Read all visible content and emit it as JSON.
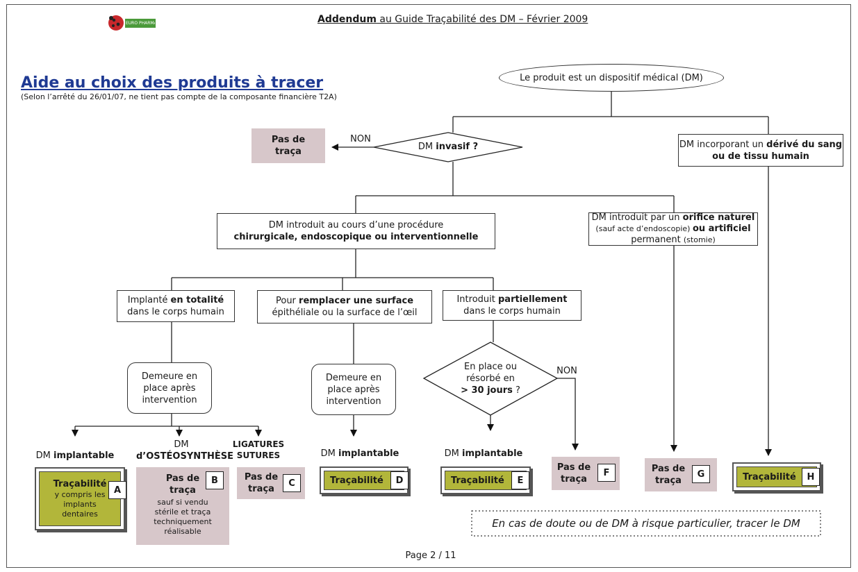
{
  "header": {
    "logo_text": "EURO PHARMAT",
    "title_bold": "Addendum",
    "title_rest": " au Guide Traçabilité des DM – Février 2009"
  },
  "title": {
    "main": "Aide au choix des produits à tracer",
    "subtitle": "(Selon l’arrêté du 26/01/07, ne tient pas compte de la composante financière T2A)"
  },
  "nodes": {
    "start": "Le produit est un dispositif médical (DM)",
    "invasif": {
      "pre": "DM ",
      "bold": "invasif ?"
    },
    "non_label": "NON",
    "pas_traca_top": "Pas de traça",
    "derive": {
      "pre": "DM incorporant un ",
      "bold": "dérivé du sang ou de tissu humain"
    },
    "procedure": {
      "line1": "DM introduit au cours d’une procédure",
      "bold": "chirurgicale, endoscopique ou interventionnelle"
    },
    "orifice": {
      "pre": "DM introduit par un ",
      "bold1": "orifice naturel",
      "mid": " (sauf acte d’endoscopie) ",
      "bold2": "ou artificiel",
      "post": " permanent ",
      "small": "(stomie)"
    },
    "totalite": {
      "pre": "Implanté ",
      "bold": "en totalité",
      "post": "dans le corps humain"
    },
    "surface": {
      "pre": "Pour ",
      "bold": "remplacer une surface",
      "post": "épithéliale ou la surface de l’œil"
    },
    "partiel": {
      "pre": "Introduit ",
      "bold": "partiellement",
      "post": "dans le corps humain"
    },
    "demeure1": "Demeure en place après intervention",
    "demeure2": "Demeure en place après intervention",
    "resorbe": {
      "line1": "En place ou",
      "line2": "résorbé en",
      "bold": "> 30 jours",
      "post": " ?"
    },
    "non_label2": "NON"
  },
  "outcomes": {
    "implantable_a": {
      "pre": "DM ",
      "bold": "implantable"
    },
    "osteo": {
      "line1": "DM",
      "bold": "d’OSTÉOSYNTHÈSE"
    },
    "ligatures": {
      "line1": "LIGATURES",
      "line2": "SUTURES"
    },
    "implantable_d": {
      "pre": "DM ",
      "bold": "implantable"
    },
    "implantable_e": {
      "pre": "DM ",
      "bold": "implantable"
    },
    "A": {
      "bold": "Traçabilité",
      "small": "y compris les implants dentaires",
      "letter": "A"
    },
    "B": {
      "bold": "Pas de traça",
      "small": "sauf si vendu stérile et traça techniquement réalisable",
      "letter": "B"
    },
    "C": {
      "bold": "Pas de traça",
      "letter": "C"
    },
    "D": {
      "bold": "Traçabilité",
      "letter": "D"
    },
    "E": {
      "bold": "Traçabilité",
      "letter": "E"
    },
    "F": {
      "bold": "Pas de traça",
      "letter": "F"
    },
    "G": {
      "bold": "Pas de traça",
      "letter": "G"
    },
    "H": {
      "bold": "Traçabilité",
      "letter": "H"
    }
  },
  "note": "En cas de doute ou de DM à risque particulier, tracer le DM",
  "footer": "Page 2 / 11",
  "colors": {
    "green": "#b2b63a",
    "pink": "#d7c7ca",
    "title_blue": "#1f3a93"
  }
}
